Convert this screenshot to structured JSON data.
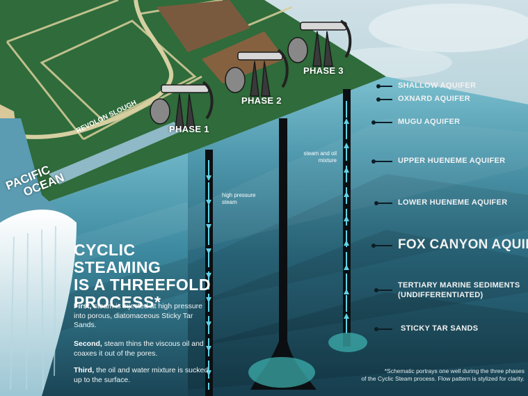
{
  "headline": {
    "line1": "CYCLIC STEAMING",
    "line2": "IS A THREEFOLD",
    "line3": "PROCESS*"
  },
  "paragraphs": [
    {
      "lead": "First,",
      "text": " steam is injected at high pressure into porous, diatomaceous Sticky Tar Sands."
    },
    {
      "lead": "Second,",
      "text": " steam thins the viscous oil and coaxes it out of the pores."
    },
    {
      "lead": "Third,",
      "text": " the oil and water mixture is sucked up to the surface."
    }
  ],
  "phases": [
    "PHASE 1",
    "PHASE 2",
    "PHASE 3"
  ],
  "annotations": {
    "high_pressure": [
      "high pressure",
      "steam"
    ],
    "steam_oil": [
      "steam and oil",
      "mixture"
    ]
  },
  "aquifers": [
    {
      "name": "SHALLOW AQUIFER"
    },
    {
      "name": "OXNARD AQUIFER"
    },
    {
      "name": "MUGU AQUIFER"
    },
    {
      "name": "UPPER HUENEME AQUIFER"
    },
    {
      "name": "LOWER HUENEME AQUIFER"
    },
    {
      "name": "FOX CANYON AQUIFER"
    },
    {
      "name": "TERTIARY MARINE SEDIMENTS",
      "name2": "(UNDIFFERENTIATED)"
    },
    {
      "name": "STICKY TAR SANDS"
    }
  ],
  "map_labels": {
    "slough": "REVOLON SLOUGH",
    "ocean_line1": "PACIFIC",
    "ocean_line2": "OCEAN"
  },
  "footnote": [
    "*Schematic portrays one well during the three phases",
    "of the Cyclic Steam process. Flow pattern is stylized for clarity."
  ],
  "colors": {
    "accent_arrow": "#5fd4e8",
    "field_green": "#2e6a3a",
    "strata_dark": "#13384a",
    "strata_light": "#6fb3c6"
  }
}
